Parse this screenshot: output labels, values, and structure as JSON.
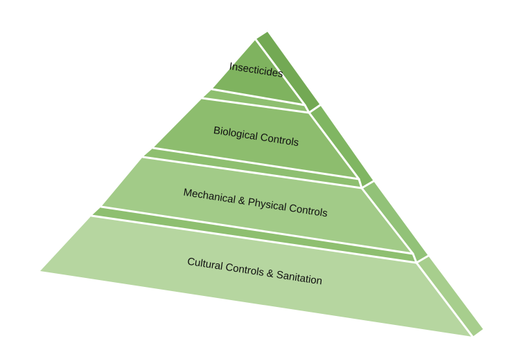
{
  "diagram": {
    "type": "pyramid",
    "tiers": [
      {
        "label": "Insecticides",
        "color": "#7fb35f"
      },
      {
        "label": "Biological Controls",
        "color": "#8dbd6e"
      },
      {
        "label": "Mechanical & Physical Controls",
        "color": "#a2cb88"
      },
      {
        "label": "Cultural Controls & Sanitation",
        "color": "#b6d6a0"
      }
    ],
    "side_colors": [
      "#73a954",
      "#80b662",
      "#92c278",
      "#a7ce8d"
    ],
    "band_color": "#8ebf70",
    "edge_color": "#ffffff"
  }
}
